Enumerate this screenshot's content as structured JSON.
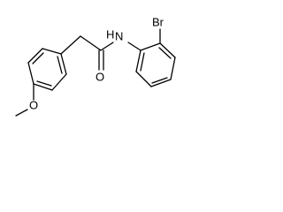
{
  "structure": {
    "atoms": {
      "nitrogen": "N",
      "hydrogen": "H",
      "bromine": "Br",
      "oxygen_carbonyl": "O",
      "oxygen_methoxy": "O"
    }
  },
  "colors": {
    "bond": "#000000",
    "label": "#000000",
    "background": "#ffffff"
  }
}
